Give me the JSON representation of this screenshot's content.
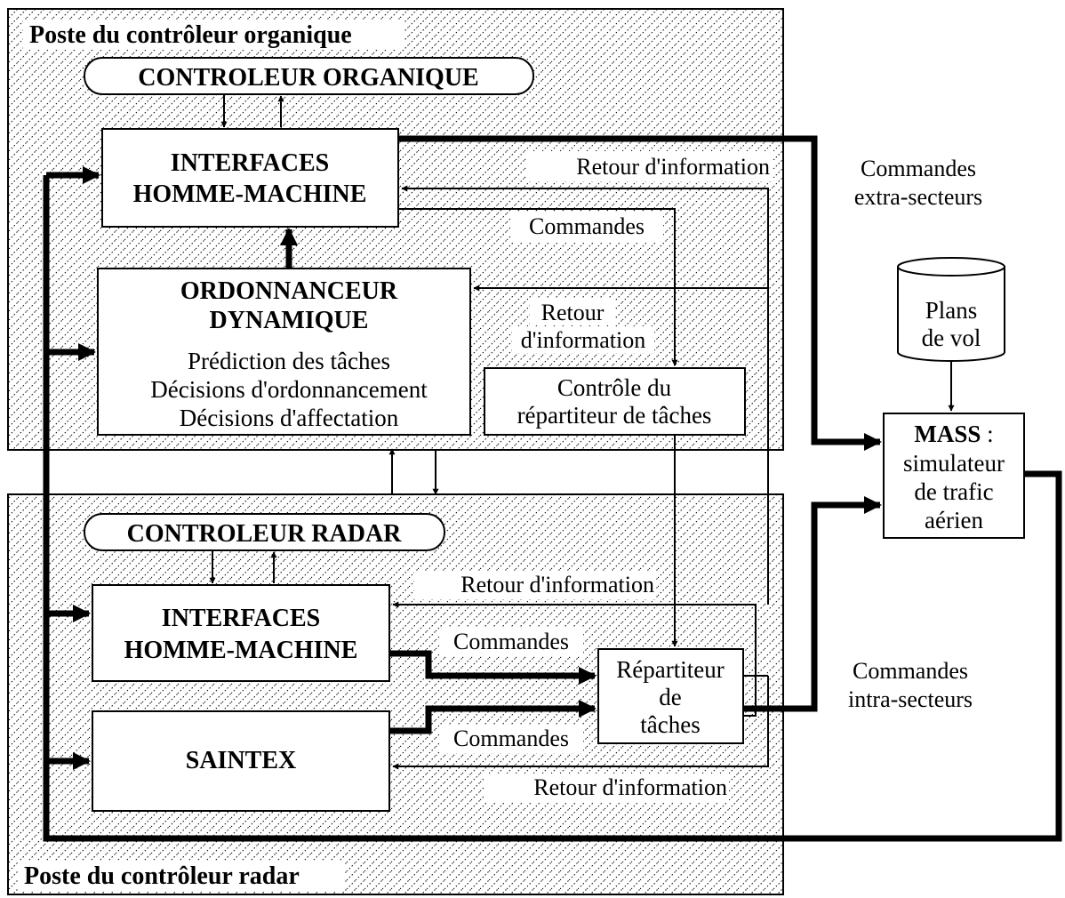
{
  "zones": {
    "organic": "Poste du contrôleur organique",
    "radar": "Poste du contrôleur radar"
  },
  "organic": {
    "controller": "CONTROLEUR ORGANIQUE",
    "ihm": [
      "INTERFACES",
      "HOMME-MACHINE"
    ],
    "scheduler": {
      "title": [
        "ORDONNANCEUR",
        "DYNAMIQUE"
      ],
      "items": [
        "Prédiction des tâches",
        "Décisions d'ordonnancement",
        "Décisions d'affectation"
      ]
    },
    "control": [
      "Contrôle du",
      "répartiteur de tâches"
    ]
  },
  "radar": {
    "controller": "CONTROLEUR RADAR",
    "ihm": [
      "INTERFACES",
      "HOMME-MACHINE"
    ],
    "saintex": "SAINTEX",
    "dispatcher": [
      "Répartiteur",
      "de",
      "tâches"
    ]
  },
  "external": {
    "db": [
      "Plans",
      "de vol"
    ],
    "mass_bold": "MASS",
    "mass_rest": " :",
    "mass_lines": [
      "simulateur",
      "de trafic",
      "aérien"
    ]
  },
  "labels": {
    "feedback": "Retour d'information",
    "feedback_split": [
      "Retour",
      "d'information"
    ],
    "commands": "Commandes",
    "extra": [
      "Commandes",
      "extra-secteurs"
    ],
    "intra": [
      "Commandes",
      "intra-secteurs"
    ]
  }
}
